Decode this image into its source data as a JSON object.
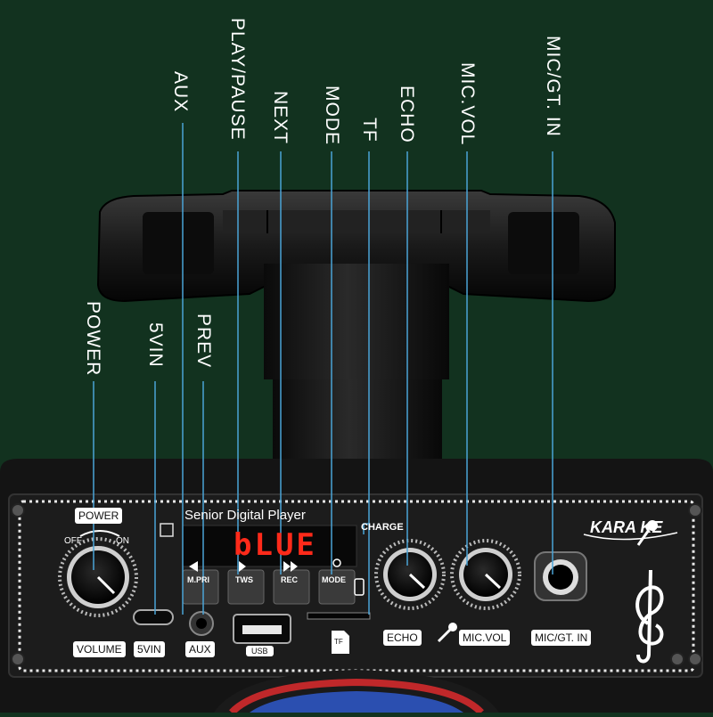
{
  "callouts": {
    "aux": "AUX",
    "play_pause": "PLAY/PAUSE",
    "next": "NEXT",
    "mode": "MODE",
    "tf": "TF",
    "echo": "ECHO",
    "mic_vol": "MIC.VOL",
    "mic_gt_in": "MIC/GT. IN",
    "power": "POWER",
    "five_vin": "5VIN",
    "prev": "PREV"
  },
  "panel": {
    "brand": "Senior Digital Player",
    "charge": "CHARGE",
    "display": "bLUE",
    "karaoke": "KARA  KE",
    "power_tag": "POWER",
    "off": "OFF",
    "on": "ON",
    "buttons": {
      "prev": "M.PRI",
      "play": "TWS",
      "next": "REC",
      "mode": "MODE"
    },
    "tags": {
      "volume": "VOLUME",
      "five_vin": "5VIN",
      "aux": "AUX",
      "usb": "USB",
      "tf": "TF",
      "echo": "ECHO",
      "mic_vol": "MIC.VOL",
      "mic_gt_in": "MIC/GT. IN"
    }
  },
  "colors": {
    "background": "#12321f",
    "callout_line": "#4aa3d6",
    "display_led": "#ff2a1a",
    "speaker_ring": "#2b4fb0"
  }
}
